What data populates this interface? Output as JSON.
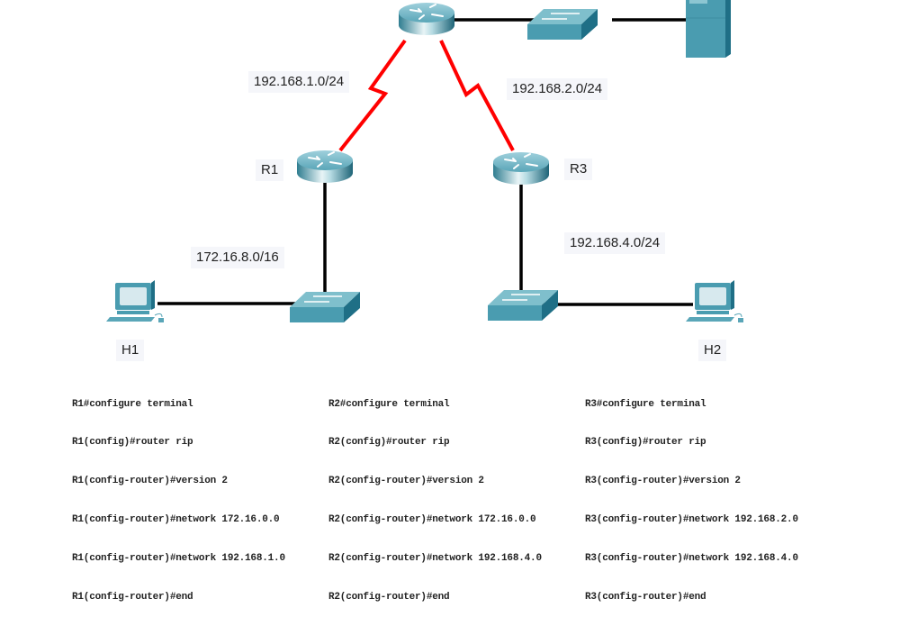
{
  "diagram": {
    "title": "",
    "devices": [
      {
        "id": "R2",
        "type": "router",
        "label": ""
      },
      {
        "id": "R1",
        "type": "router",
        "label": "R1"
      },
      {
        "id": "R3",
        "type": "router",
        "label": "R3"
      },
      {
        "id": "SW-top",
        "type": "switch",
        "label": ""
      },
      {
        "id": "SW1",
        "type": "switch",
        "label": ""
      },
      {
        "id": "SW3",
        "type": "switch",
        "label": ""
      },
      {
        "id": "Server",
        "type": "server",
        "label": ""
      },
      {
        "id": "H1",
        "type": "pc",
        "label": "H1"
      },
      {
        "id": "H2",
        "type": "pc",
        "label": "H2"
      }
    ],
    "links": [
      {
        "from": "R2",
        "to": "R1",
        "type": "serial",
        "network": "192.168.1.0/24",
        "color": "#ff0000"
      },
      {
        "from": "R2",
        "to": "R3",
        "type": "serial",
        "network": "192.168.2.0/24",
        "color": "#ff0000"
      },
      {
        "from": "R2",
        "to": "SW-top",
        "type": "ethernet",
        "color": "#000000"
      },
      {
        "from": "SW-top",
        "to": "Server",
        "type": "ethernet",
        "color": "#000000"
      },
      {
        "from": "R1",
        "to": "SW1",
        "type": "ethernet",
        "network": "172.16.8.0/16",
        "color": "#000000"
      },
      {
        "from": "SW1",
        "to": "H1",
        "type": "ethernet",
        "color": "#000000"
      },
      {
        "from": "R3",
        "to": "SW3",
        "type": "ethernet",
        "network": "192.168.4.0/24",
        "color": "#000000"
      },
      {
        "from": "SW3",
        "to": "H2",
        "type": "ethernet",
        "color": "#000000"
      }
    ],
    "labels": {
      "net_r1_r2": "192.168.1.0/24",
      "net_r2_r3": "192.168.2.0/24",
      "net_r1_lan": "172.16.8.0/16",
      "net_r3_lan": "192.168.4.0/24",
      "r1": "R1",
      "r3": "R3",
      "h1": "H1",
      "h2": "H2"
    },
    "colors": {
      "device": "#4a9cb0",
      "device_dark": "#1f6f86",
      "serial_link": "#ff0000",
      "ethernet_link": "#000000",
      "label_bg": "#f5f6fa"
    }
  },
  "configs": {
    "r1": [
      "R1#configure terminal",
      "R1(config)#router rip",
      "R1(config-router)#version 2",
      "R1(config-router)#network 172.16.0.0",
      "R1(config-router)#network 192.168.1.0",
      "R1(config-router)#end"
    ],
    "r2": [
      "R2#configure terminal",
      "R2(config)#router rip",
      "R2(config-router)#version 2",
      "R2(config-router)#network 172.16.0.0",
      "R2(config-router)#network 192.168.4.0",
      "R2(config-router)#end"
    ],
    "r3": [
      "R3#configure terminal",
      "R3(config)#router rip",
      "R3(config-router)#version 2",
      "R3(config-router)#network 192.168.2.0",
      "R3(config-router)#network 192.168.4.0",
      "R3(config-router)#end"
    ]
  }
}
